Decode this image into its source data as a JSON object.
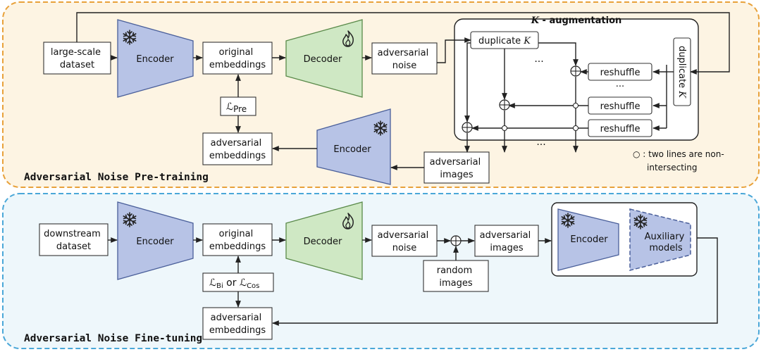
{
  "pretrain": {
    "title": "Adversarial Noise Pre-training",
    "dataset": [
      "large-scale",
      "dataset"
    ],
    "encoder": "Encoder",
    "orig_emb": [
      "original",
      "embeddings"
    ],
    "decoder": "Decoder",
    "adv_noise": [
      "adversarial",
      "noise"
    ],
    "loss": {
      "L": "ℒ",
      "sub": "Pre"
    },
    "adv_emb": [
      "adversarial",
      "embeddings"
    ],
    "encoder2": "Encoder",
    "adv_images": [
      "adversarial",
      "images"
    ],
    "kaug": {
      "k": "K",
      "label": " - augmentation"
    },
    "duplicate": {
      "text": "duplicate ",
      "k": "K"
    },
    "duplicate_vertical": {
      "text": "duplicate ",
      "k": "K"
    },
    "reshuffle": [
      "reshuffle",
      "reshuffle",
      "reshuffle"
    ],
    "dots": [
      "···",
      "···",
      "···"
    ],
    "legend": [
      "○ : two lines are non-",
      "intersecting"
    ]
  },
  "finetune": {
    "title": "Adversarial Noise Fine-tuning",
    "dataset": [
      "downstream",
      "dataset"
    ],
    "encoder": "Encoder",
    "orig_emb": [
      "original",
      "embeddings"
    ],
    "decoder": "Decoder",
    "adv_noise": [
      "adversarial",
      "noise"
    ],
    "adv_images": [
      "adversarial",
      "images"
    ],
    "random_images": [
      "random",
      "images"
    ],
    "loss": {
      "L1": "ℒ",
      "sub1": "Bi",
      "or": " or ",
      "L2": "ℒ",
      "sub2": "Cos"
    },
    "adv_emb": [
      "adversarial",
      "embeddings"
    ],
    "encoder_victim": "Encoder",
    "aux_models": [
      "Auxiliary",
      "models"
    ]
  },
  "colors": {
    "pretrain_bg": "#fdf4e3",
    "pretrain_border": "#e8a13a",
    "finetune_bg": "#eef7fb",
    "finetune_border": "#4aa7d8",
    "encoder_fill": "#b7c3e6",
    "encoder_stroke": "#4a5f9a",
    "decoder_fill": "#cfe8c4",
    "decoder_stroke": "#5a8a4a"
  },
  "icons": [
    "snowflake-icon",
    "flame-icon",
    "oplus-icon",
    "junction-circle-icon"
  ]
}
